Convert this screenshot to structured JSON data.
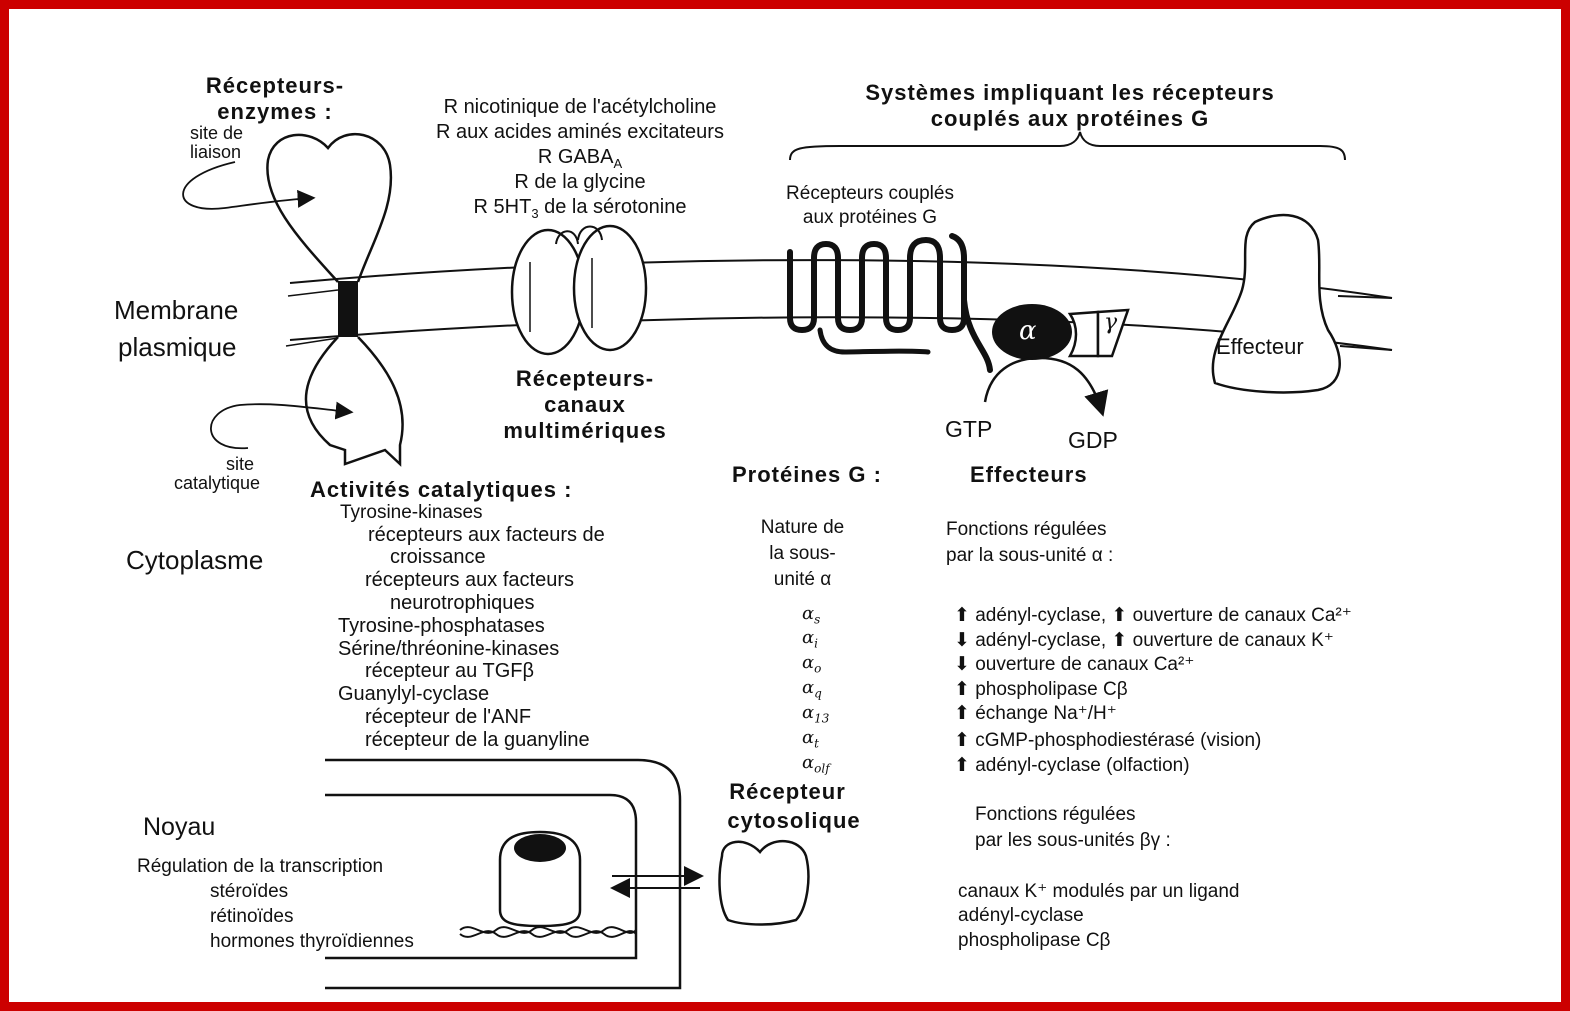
{
  "receptor_enzymes": {
    "title_1": "Récepteurs-",
    "title_2": "enzymes :",
    "binding_site_1": "site de",
    "binding_site_2": "liaison",
    "catalytic_site_1": "site",
    "catalytic_site_2": "catalytique"
  },
  "membrane": {
    "label_1": "Membrane",
    "label_2": "plasmique"
  },
  "channel_receptors": {
    "list": [
      "R nicotinique de l'acétylcholine",
      "R aux acides aminés excitateurs",
      "R GABA",
      "R de la glycine",
      "R 5HT",
      "de la sérotonine"
    ],
    "gaba_sub": "A",
    "ht_sub": "3",
    "title_1": "Récepteurs-",
    "title_2": "canaux",
    "title_3": "multimériques"
  },
  "gpcr_systems": {
    "title_1": "Systèmes impliquant les récepteurs",
    "title_2": "couplés aux protéines G",
    "receptor_label_1": "Récepteurs couplés",
    "receptor_label_2": "aux protéines G",
    "alpha": "α",
    "gamma": "γ",
    "gtp": "GTP",
    "gdp": "GDP",
    "effector": "Effecteur"
  },
  "catalytic": {
    "title": "Activités catalytiques :",
    "items": [
      "Tyrosine-kinases",
      "récepteurs aux facteurs de",
      "croissance",
      "récepteurs aux facteurs",
      "neurotrophiques",
      "Tyrosine-phosphatases",
      "Sérine/thréonine-kinases",
      "récepteur au TGFβ",
      "Guanylyl-cyclase",
      "récepteur de l'ANF",
      "récepteur de la guanyline"
    ]
  },
  "cytoplasm": {
    "label": "Cytoplasme"
  },
  "g_proteins": {
    "title": "Protéines G :",
    "nature_1": "Nature de",
    "nature_2": "la sous-",
    "nature_3": "unité α",
    "subunits": [
      {
        "symbol": "α",
        "sub": "s"
      },
      {
        "symbol": "α",
        "sub": "i"
      },
      {
        "symbol": "α",
        "sub": "o"
      },
      {
        "symbol": "α",
        "sub": "q"
      },
      {
        "symbol": "α",
        "sub": "13"
      },
      {
        "symbol": "α",
        "sub": "t"
      },
      {
        "symbol": "α",
        "sub": "olf"
      }
    ]
  },
  "effectors": {
    "title": "Effecteurs",
    "alpha_header_1": "Fonctions régulées",
    "alpha_header_2": "par la sous-unité α :",
    "alpha_functions": [
      "⬆ adényl-cyclase, ⬆ ouverture de canaux Ca²⁺",
      "⬇ adényl-cyclase, ⬆ ouverture de canaux K⁺",
      "⬇ ouverture de canaux Ca²⁺",
      "⬆ phospholipase Cβ",
      "⬆ échange Na⁺/H⁺",
      "⬆ cGMP-phosphodiestérasé (vision)",
      "⬆ adényl-cyclase (olfaction)"
    ],
    "bg_header_1": "Fonctions régulées",
    "bg_header_2": "par les sous-unités βγ :",
    "bg_functions": [
      "canaux K⁺ modulés par un ligand",
      "adényl-cyclase",
      "phospholipase Cβ"
    ]
  },
  "nucleus": {
    "title": "Noyau",
    "items": [
      "Régulation de la transcription",
      "stéroïdes",
      "rétinoïdes",
      "hormones thyroïdiennes"
    ]
  },
  "cytosolic": {
    "title_1": "Récepteur",
    "title_2": "cytosolique"
  },
  "colors": {
    "frame": "#cc0000",
    "ink": "#111111",
    "background": "#ffffff"
  }
}
